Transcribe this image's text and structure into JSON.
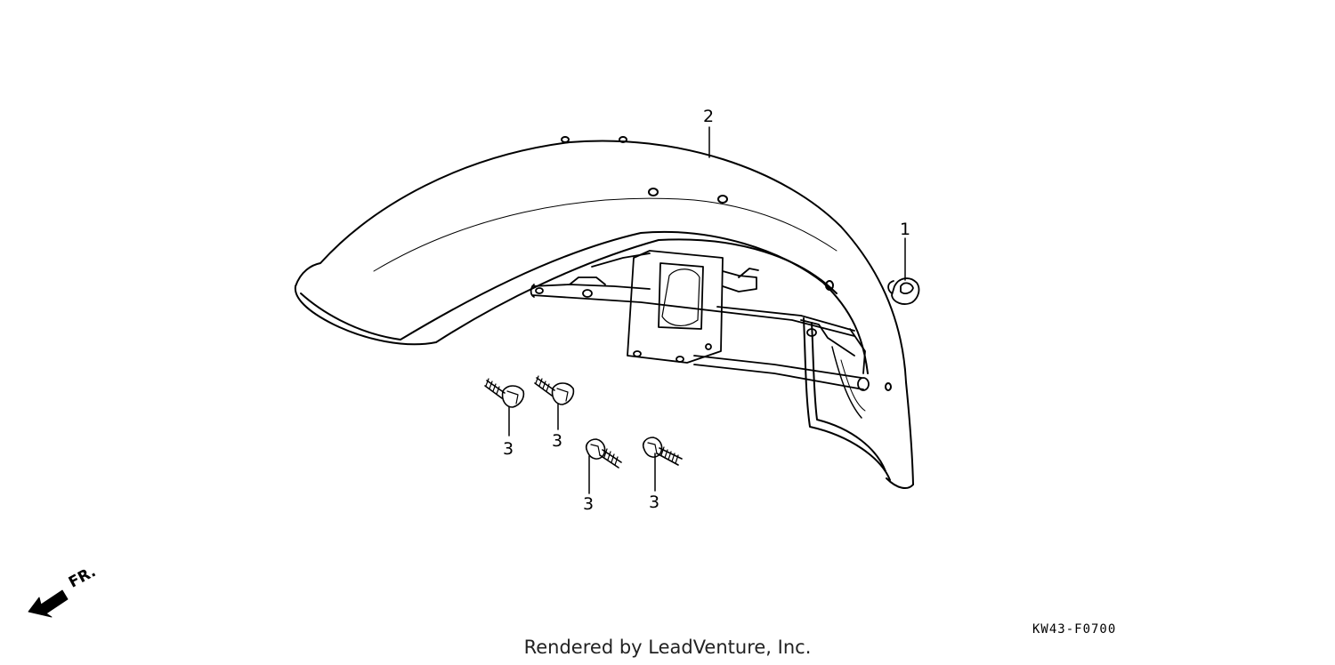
{
  "callouts": {
    "part_1": "1",
    "part_2": "2",
    "part_3_a": "3",
    "part_3_b": "3",
    "part_3_c": "3",
    "part_3_d": "3"
  },
  "direction_label": "FR.",
  "diagram_code": "KW43-F0700",
  "credit": "Rendered by LeadVenture, Inc.",
  "colors": {
    "line": "#000000",
    "background": "#ffffff"
  }
}
